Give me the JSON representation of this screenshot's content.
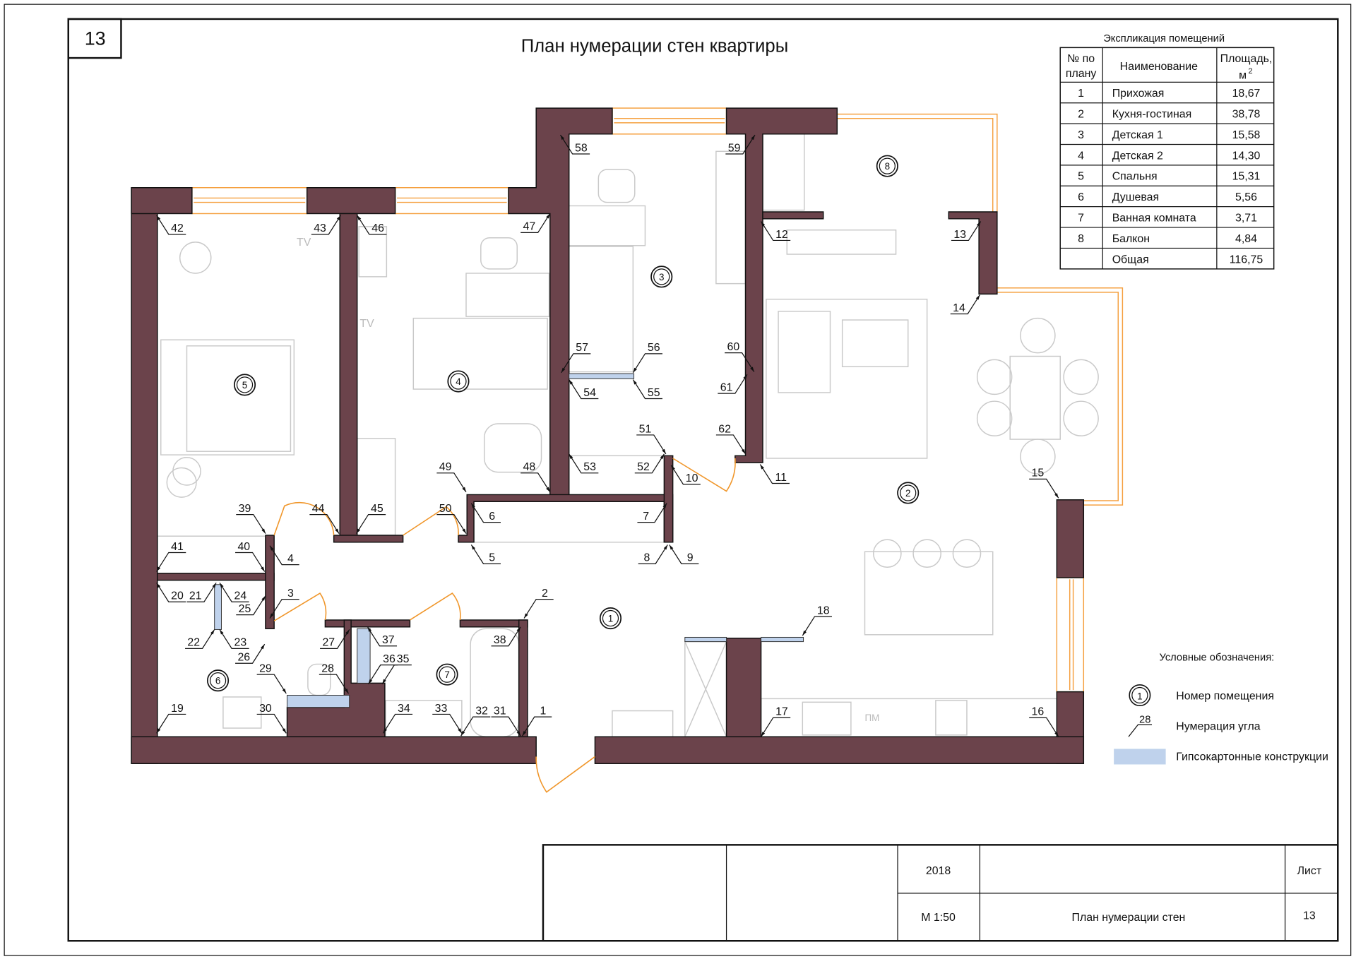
{
  "sheet": {
    "number": "13",
    "title": "План нумерации стен квартиры"
  },
  "explication": {
    "title": "Экспликация помещений",
    "headers": {
      "num": [
        "№ по",
        "плану"
      ],
      "name": "Наименование",
      "area": [
        "Площадь,",
        "м",
        "2"
      ]
    },
    "rows": [
      {
        "num": "1",
        "name": "Прихожая",
        "area": "18,67"
      },
      {
        "num": "2",
        "name": "Кухня-гостиная",
        "area": "38,78"
      },
      {
        "num": "3",
        "name": "Детская 1",
        "area": "15,58"
      },
      {
        "num": "4",
        "name": "Детская 2",
        "area": "14,30"
      },
      {
        "num": "5",
        "name": "Спальня",
        "area": "15,31"
      },
      {
        "num": "6",
        "name": "Душевая",
        "area": "5,56"
      },
      {
        "num": "7",
        "name": "Ванная комната",
        "area": "3,71"
      },
      {
        "num": "8",
        "name": "Балкон",
        "area": "4,84"
      },
      {
        "num": "",
        "name": "Общая",
        "area": "116,75"
      }
    ]
  },
  "legend": {
    "title": "Условные обозначения:",
    "room_symbol": "1",
    "room_label": "Номер помещения",
    "corner_symbol": "28",
    "corner_label": "Нумерация угла",
    "gypsum_label": "Гипсокартонные конструкции"
  },
  "plan": {
    "rooms": [
      "1",
      "2",
      "3",
      "4",
      "5",
      "6",
      "7",
      "8"
    ],
    "corners": [
      "1",
      "2",
      "3",
      "4",
      "5",
      "6",
      "7",
      "8",
      "9",
      "10",
      "11",
      "12",
      "13",
      "14",
      "15",
      "16",
      "17",
      "18",
      "19",
      "20",
      "21",
      "22",
      "23",
      "24",
      "25",
      "26",
      "27",
      "28",
      "29",
      "30",
      "31",
      "32",
      "33",
      "34",
      "35",
      "36",
      "37",
      "38",
      "39",
      "40",
      "41",
      "42",
      "43",
      "44",
      "45",
      "46",
      "47",
      "48",
      "49",
      "50",
      "51",
      "52",
      "53",
      "54",
      "55",
      "56",
      "57",
      "58",
      "59",
      "60",
      "61",
      "62"
    ],
    "tv_labels": [
      "TV",
      "TV"
    ],
    "fridge_label": "ПМ"
  },
  "title_block": {
    "year": "2018",
    "scale": "М 1:50",
    "drawing_name": "План нумерации стен",
    "sheet_label": "Лист",
    "sheet_number": "13"
  },
  "colors": {
    "wall": "#6b434b",
    "gypsum": "#bfd2ec",
    "window": "#f5a040"
  }
}
